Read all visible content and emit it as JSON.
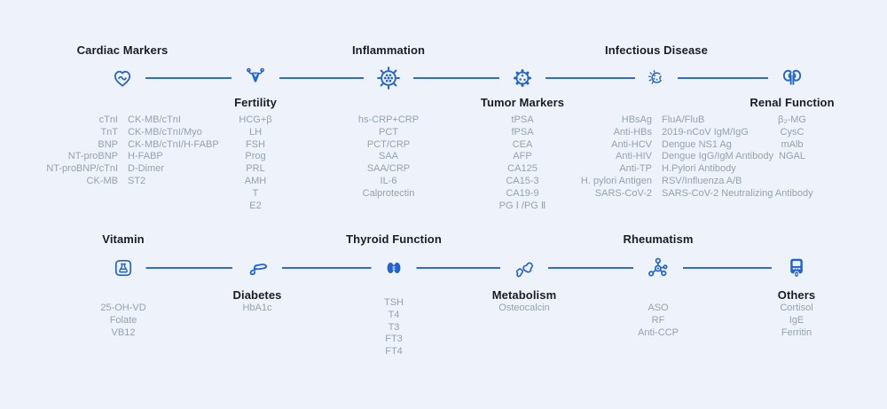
{
  "page": {
    "background": "#eef3fb",
    "icon_blue": "#2262cb",
    "line_blue": "#2e6cd6",
    "title_text": "#1c1d24",
    "marker_text": "#95a1ad"
  },
  "rows": [
    {
      "nodes": [
        {
          "title": "Cardiac Markers",
          "title_position": "above",
          "icon": "heart-pulse-icon",
          "columns": [
            [
              "cTnI",
              "TnT",
              "BNP",
              "NT-proBNP",
              "NT-proBNP/cTnI",
              "CK-MB"
            ],
            [
              "CK-MB/cTnI",
              "CK-MB/cTnI/Myo",
              "CK-MB/cTnI/H-FABP",
              "H-FABP",
              "D-Dimer",
              "ST2"
            ]
          ]
        },
        {
          "title": "Fertility",
          "title_position": "below",
          "icon": "uterus-icon",
          "items": [
            "HCG+β",
            "LH",
            "FSH",
            "Prog",
            "PRL",
            "AMH",
            "T",
            "E2"
          ]
        },
        {
          "title": "Inflammation",
          "title_position": "above",
          "icon": "virus-icon",
          "items": [
            "hs-CRP+CRP",
            "PCT",
            "PCT/CRP",
            "SAA",
            "SAA/CRP",
            "IL-6",
            "Calprotectin"
          ]
        },
        {
          "title": "Tumor Markers",
          "title_position": "below",
          "icon": "gear-dots-icon",
          "items": [
            "tPSA",
            "fPSA",
            "CEA",
            "AFP",
            "CA125",
            "CA15-3",
            "CA19-9",
            "PG Ⅰ /PG Ⅱ"
          ]
        },
        {
          "title": "Infectious Disease",
          "title_position": "above",
          "icon": "bacteria-icon",
          "columns": [
            [
              "HBsAg",
              "Anti-HBs",
              "Anti-HCV",
              "Anti-HIV",
              "Anti-TP",
              "H. pylori Antigen",
              "SARS-CoV-2"
            ],
            [
              "FluA/FluB",
              "2019-nCoV IgM/IgG",
              "Dengue NS1 Ag",
              "Dengue IgG/IgM Antibody",
              "H.Pylori Antibody",
              "RSV/Influenza A/B",
              "SARS-CoV-2 Neutralizing Antibody"
            ]
          ]
        },
        {
          "title": "Renal Function",
          "title_position": "below",
          "icon": "kidneys-icon",
          "items": [
            "β₂-MG",
            "CysC",
            "mAlb",
            "NGAL"
          ]
        }
      ]
    },
    {
      "nodes": [
        {
          "title": "Vitamin",
          "title_position": "above",
          "icon": "flask-icon",
          "items": [
            "25-OH-VD",
            "Folate",
            "VB12"
          ]
        },
        {
          "title": "Diabetes",
          "title_position": "below",
          "icon": "pancreas-icon",
          "items": [
            "HbA1c"
          ]
        },
        {
          "title": "Thyroid Function",
          "title_position": "above",
          "icon": "thyroid-icon",
          "items": [
            "TSH",
            "T4",
            "T3",
            "FT3",
            "FT4"
          ]
        },
        {
          "title": "Metabolism",
          "title_position": "below",
          "icon": "bone-joint-icon",
          "items": [
            "Osteocalcin"
          ]
        },
        {
          "title": "Rheumatism",
          "title_position": "above",
          "icon": "molecule-icon",
          "items": [
            "ASO",
            "RF",
            "Anti-CCP"
          ]
        },
        {
          "title": "Others",
          "title_position": "below",
          "icon": "glucometer-icon",
          "items": [
            "Cortisol",
            "IgE",
            "Ferritin"
          ]
        }
      ]
    }
  ]
}
